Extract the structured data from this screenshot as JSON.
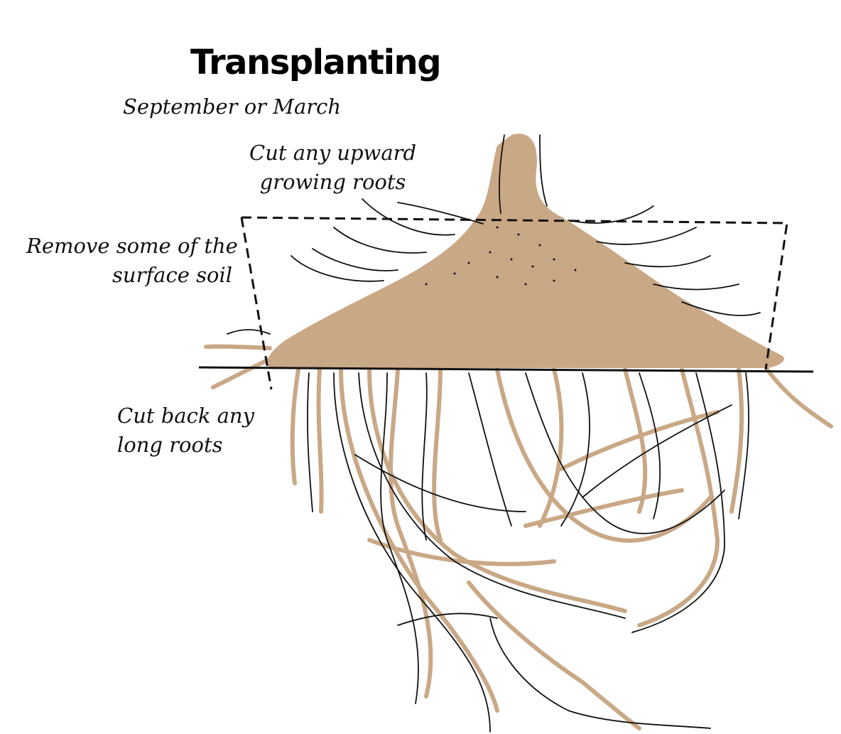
{
  "title": "Transplanting",
  "subtitle": "September or March",
  "labels": {
    "upward_roots": [
      "Cut any upward",
      "growing roots"
    ],
    "surface_soil": [
      "Remove some of the",
      "surface soil"
    ],
    "long_roots": [
      "Cut back any",
      "long roots"
    ]
  },
  "colors": {
    "root_fill": "#c9a886",
    "ink": "#111111"
  }
}
